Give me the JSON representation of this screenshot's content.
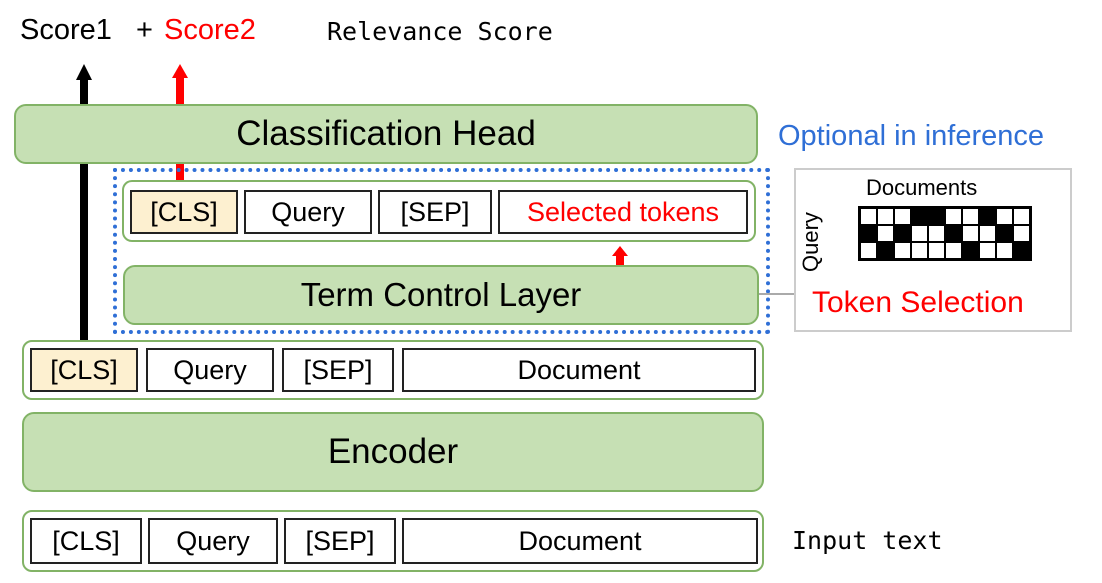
{
  "top_labels": {
    "score1": "Score1",
    "plus": "+",
    "score2": "Score2",
    "relevance": "Relevance Score"
  },
  "classification_head": "Classification Head",
  "optional_label": "Optional in inference",
  "selected_row": [
    "[CLS]",
    "Query",
    "[SEP]",
    "Selected tokens"
  ],
  "term_control_layer": "Term Control Layer",
  "token_selection": {
    "documents_label": "Documents",
    "query_label": "Query",
    "title": "Token Selection",
    "grid": [
      [
        0,
        0,
        0,
        1,
        1,
        0,
        0,
        1,
        0,
        0
      ],
      [
        1,
        0,
        1,
        0,
        0,
        1,
        0,
        0,
        1,
        0
      ],
      [
        0,
        1,
        0,
        0,
        0,
        0,
        1,
        0,
        0,
        1
      ]
    ]
  },
  "middle_row": [
    "[CLS]",
    "Query",
    "[SEP]",
    "Document"
  ],
  "encoder": "Encoder",
  "input_row": [
    "[CLS]",
    "Query",
    "[SEP]",
    "Document"
  ],
  "input_text_label": "Input text",
  "colors": {
    "green_fill": "#c6e0b4",
    "green_border": "#82b366",
    "cls_fill": "#fdf0d0",
    "red": "#ff0000",
    "blue": "#2f6fd6"
  }
}
